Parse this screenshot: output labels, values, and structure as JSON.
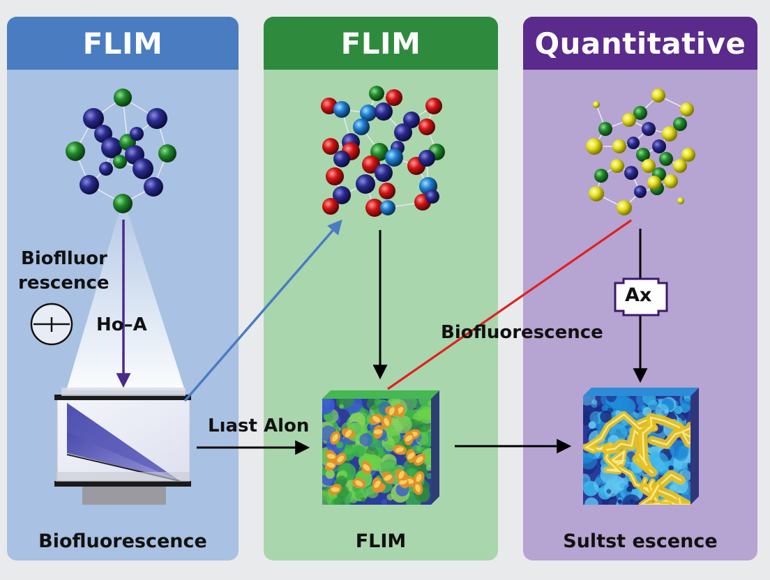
{
  "panels": [
    {
      "title": "FLIM",
      "footer": "Biofluorescence",
      "header_color": "#4a7cc2",
      "body_color": "#a9c1e2"
    },
    {
      "title": "FLIM",
      "footer": "FLIM",
      "header_color": "#2e8b3e",
      "body_color": "#a9d6ad"
    },
    {
      "title": "Quantitative",
      "footer": "Sultst escence",
      "header_color": "#5a2a8c",
      "body_color": "#b6a4d2"
    }
  ],
  "labels": {
    "biofluor_line1": "Bioflluor",
    "biofluor_line2": "rescence",
    "ho_a": "Ho–A",
    "last_alon": "Lıast Alon",
    "biofluorescence_mid": "Biofluorescence",
    "ax_box": "Ax"
  },
  "icons": {
    "symbol": "circle-minus-plus-icon"
  },
  "colors": {
    "atom_blue": "#23237a",
    "atom_green": "#1f7d2a",
    "atom_red": "#d11414",
    "atom_yellow": "#e8e62a",
    "arrow_purple": "#4a2a8c",
    "arrow_blue": "#4a7cc2",
    "laser_red": "#e02020"
  }
}
